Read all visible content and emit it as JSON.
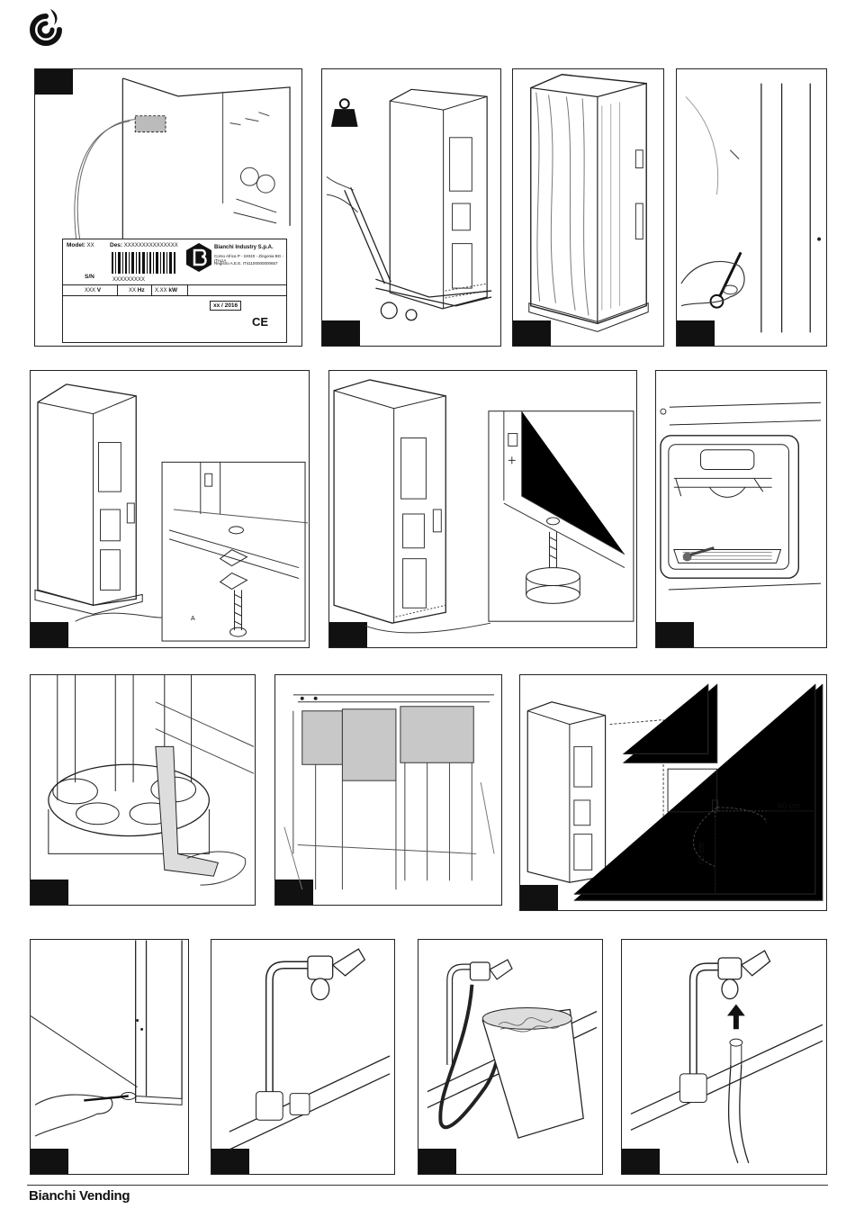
{
  "brand": {
    "footer": "Bianchi Vending"
  },
  "nameplate": {
    "model_label": "Model:",
    "model_value": "XX",
    "des_label": "Des:",
    "des_value": "XXXXXXXXXXXXXXX",
    "sn_label": "S/N",
    "sn_value": "XXXXXXXXX",
    "voltage": "XXX",
    "voltage_unit": "V",
    "freq": "XX",
    "freq_unit": "Hz",
    "power": "X.XX",
    "power_unit": "kW",
    "company": "Bianchi Industry S.p.A.",
    "address": "Corso Africa P - 24040 - Zingonia BG - ITALIA",
    "register": "Registro A.E.E. IT41100000000657",
    "date": "xx / 2016",
    "ce": "CE"
  },
  "panel5": {
    "label_a": "A"
  },
  "panel13": {
    "dim_horizontal": "60 cm",
    "dim_vertical": "60 cm"
  },
  "colors": {
    "ink": "#111111",
    "panel_fill": "#c8c8c8"
  },
  "icons": [
    "brand-logo-icon",
    "weight-icon",
    "pallet-jack-icon",
    "key-icon",
    "tap-valve-icon",
    "arrow-up-icon"
  ]
}
